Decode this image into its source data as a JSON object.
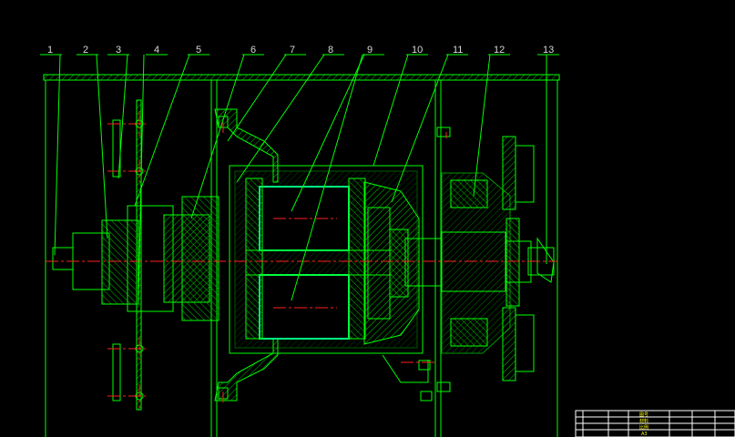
{
  "drawing": {
    "part_labels": [
      "1",
      "2",
      "3",
      "4",
      "5",
      "6",
      "7",
      "8",
      "9",
      "10",
      "11",
      "12",
      "13"
    ],
    "colors": {
      "background": "#000000",
      "outline": "#00ff00",
      "hatch": "#00c000",
      "bright": "#00ff80",
      "centerline": "#ff2020",
      "label": "#d8d8d8",
      "title_text": "#ffff00",
      "frame": "#ffffff"
    }
  },
  "title_block": {
    "rows": [
      "图号",
      "材料",
      "比例",
      "A3"
    ]
  }
}
